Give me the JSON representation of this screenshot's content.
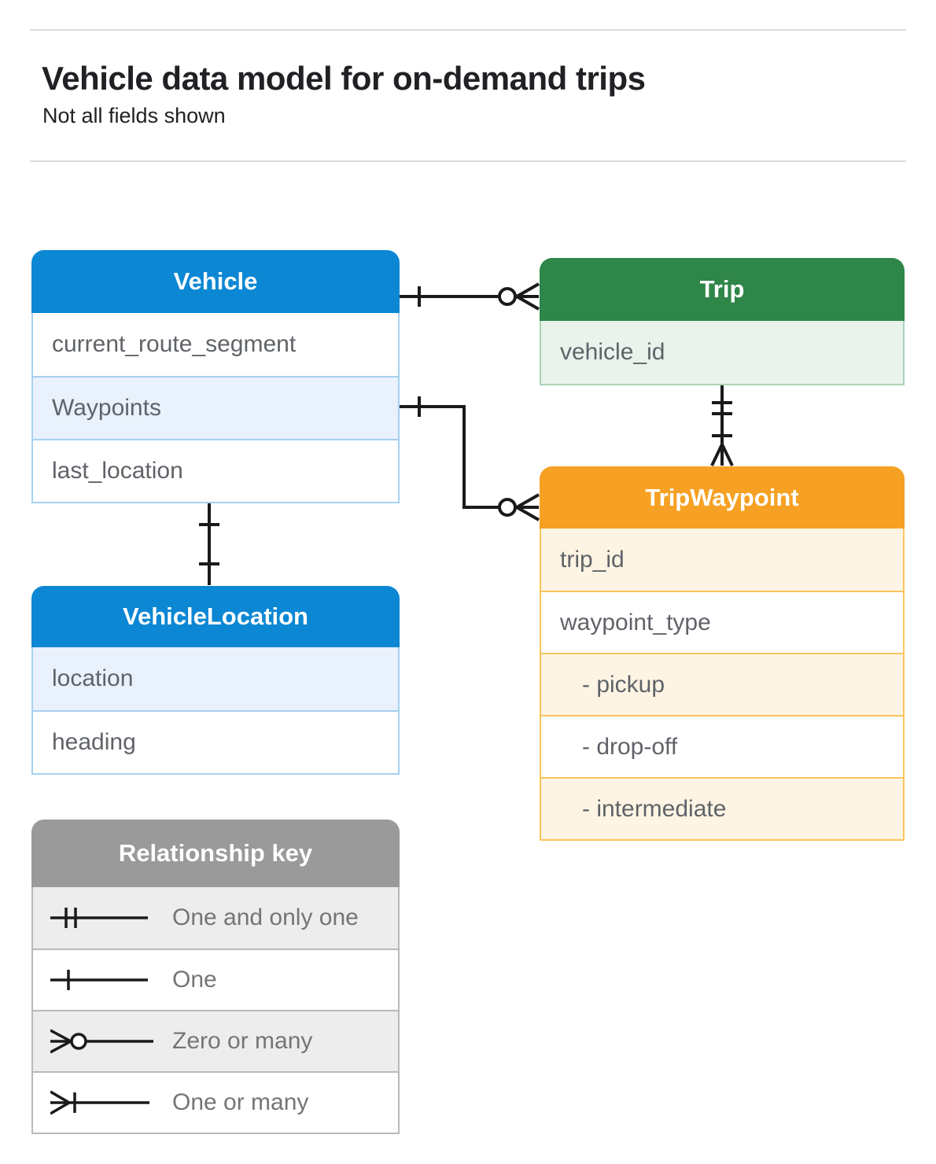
{
  "header": {
    "title": "Vehicle data model for on-demand trips",
    "subtitle": "Not all fields shown"
  },
  "tables": {
    "vehicle": {
      "title": "Vehicle",
      "rows": [
        "current_route_segment",
        "Waypoints",
        "last_location"
      ]
    },
    "trip": {
      "title": "Trip",
      "rows": [
        "vehicle_id"
      ]
    },
    "trip_waypoint": {
      "title": "TripWaypoint",
      "rows": [
        "trip_id",
        "waypoint_type",
        "- pickup",
        "- drop-off",
        "- intermediate"
      ]
    },
    "vehicle_location": {
      "title": "VehicleLocation",
      "rows": [
        "location",
        "heading"
      ]
    }
  },
  "relationship_key": {
    "title": "Relationship key",
    "items": [
      {
        "symbol": "one-and-only-one-symbol",
        "label": "One and only one"
      },
      {
        "symbol": "one-symbol",
        "label": "One"
      },
      {
        "symbol": "zero-or-many-symbol",
        "label": "Zero or many"
      },
      {
        "symbol": "one-or-many-symbol",
        "label": "One or many"
      }
    ]
  },
  "connectors": [
    {
      "from": "Vehicle",
      "to": "Trip",
      "from_end": "one",
      "to_end": "zero-or-many"
    },
    {
      "from": "Vehicle.Waypoints",
      "to": "TripWaypoint",
      "from_end": "one",
      "to_end": "zero-or-many"
    },
    {
      "from": "Trip",
      "to": "TripWaypoint",
      "from_end": "one-and-only-one",
      "to_end": "one-or-many"
    },
    {
      "from": "Vehicle",
      "to": "VehicleLocation",
      "from_end": "one",
      "to_end": "one"
    }
  ],
  "colors": {
    "blue": "#0b87d4",
    "blue_light": "#e8f1fc",
    "blue_border": "#a6d0f0",
    "green": "#2e8648",
    "green_light": "#e9f3ec",
    "green_border": "#abd3b6",
    "orange": "#f6a124",
    "orange_light": "#fdf4e4",
    "orange_border": "#fbc55c",
    "gray": "#9a9a9a",
    "gray_light": "#ededed",
    "gray_border": "#b9b9b9",
    "line": "#1a1a1a",
    "field_text": "#5f6368",
    "title_text": "#202124"
  }
}
